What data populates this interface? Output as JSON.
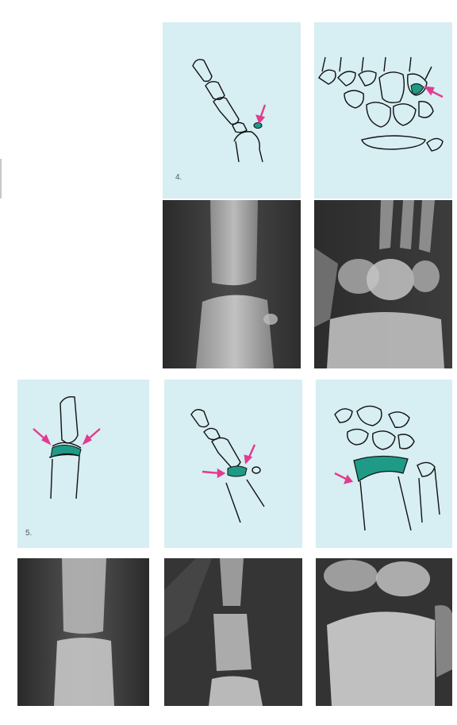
{
  "figure_labels": {
    "fig4": "4.",
    "fig5": "5."
  },
  "colors": {
    "diagram_bg": "#d7eef2",
    "highlight": "#1f9a86",
    "arrow": "#e23b8f",
    "outline": "#111111"
  },
  "panels": {
    "row1": [
      {
        "kind": "diagram",
        "content": "finger-joint-with-sesamoid"
      },
      {
        "kind": "diagram",
        "content": "carpal-bones-highlighted"
      }
    ],
    "row2": [
      {
        "kind": "xray",
        "content": "finger-joint"
      },
      {
        "kind": "xray",
        "content": "wrist-carpals"
      }
    ],
    "row3": [
      {
        "kind": "diagram",
        "content": "finger-joint-growth-plate"
      },
      {
        "kind": "diagram",
        "content": "thumb-joint-growth-plate"
      },
      {
        "kind": "diagram",
        "content": "distal-radius-growth-plate"
      }
    ],
    "row4": [
      {
        "kind": "xray",
        "content": "finger-joint"
      },
      {
        "kind": "xray",
        "content": "thumb-joint"
      },
      {
        "kind": "xray",
        "content": "distal-radius"
      }
    ]
  }
}
